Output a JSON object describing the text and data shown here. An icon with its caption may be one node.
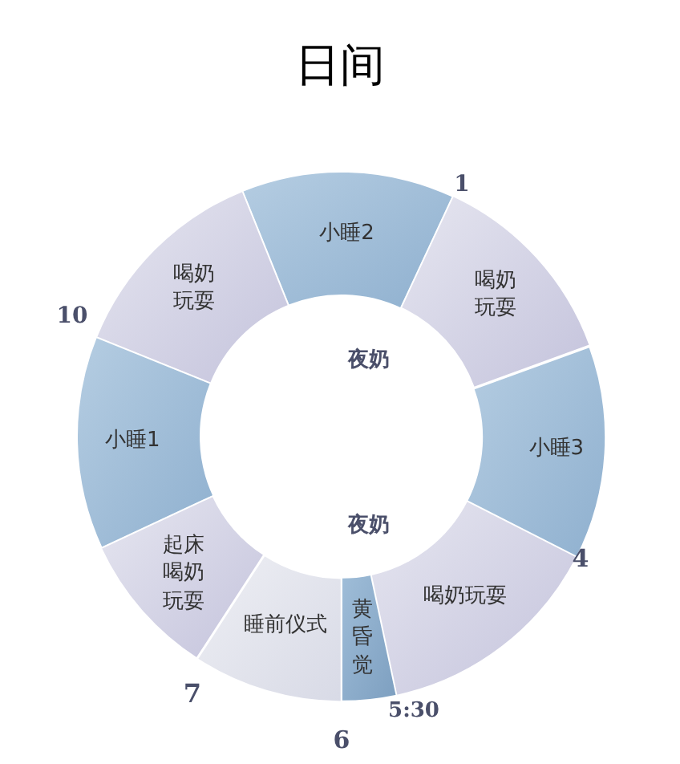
{
  "diagram": {
    "title": "日间",
    "nodes": [
      {
        "text": [
          "小睡2"
        ]
      },
      {
        "text": [
          "喝奶玩耍"
        ]
      },
      {
        "text": [
          "喝奶玩耍"
        ]
      },
      {
        "text": [
          "小睡1"
        ]
      },
      {
        "text": [
          "小睡3"
        ]
      },
      {
        "text": [
          "起床喝奶玩耍"
        ]
      },
      {
        "text": [
          "喝奶玩耍"
        ]
      },
      {
        "text": [
          "睡前仪式"
        ]
      },
      {
        "text": [
          "黄昏觉"
        ]
      }
    ],
    "labels": [
      "1",
      "10",
      "夜奶",
      "夜奶",
      "4",
      "7",
      "5:30",
      "6"
    ]
  }
}
